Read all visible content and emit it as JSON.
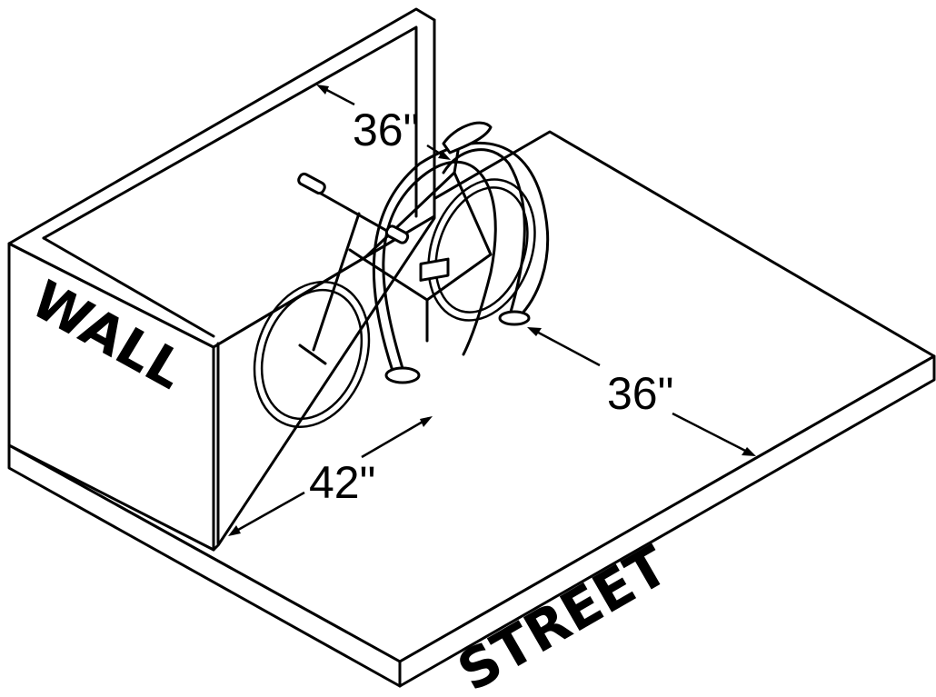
{
  "labels": {
    "wall": "WALL",
    "street": "STREET"
  },
  "dimensions": {
    "wall_clearance": "36\"",
    "rack_spacing": "36\"",
    "street_clearance": "42\""
  }
}
